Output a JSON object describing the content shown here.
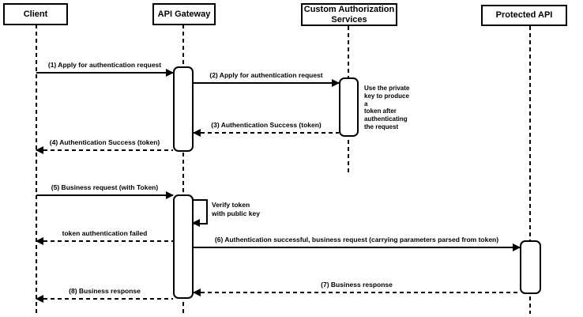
{
  "diagram": {
    "type": "uml-sequence-diagram",
    "colors": {
      "stroke": "#000000",
      "fill": "#ffffff",
      "text": "#000000",
      "background": "#ffffff"
    },
    "participants": [
      {
        "id": "client",
        "label": "Client"
      },
      {
        "id": "api-gateway",
        "label": "API Gateway"
      },
      {
        "id": "custom-authorization-services",
        "label": "Custom Authorization\nServices"
      },
      {
        "id": "protected-api",
        "label": "Protected API"
      }
    ],
    "messages": [
      {
        "label": "(1) Apply for authentication request",
        "from": "Client",
        "to": "API Gateway",
        "line": "solid",
        "direction": "right"
      },
      {
        "label": "(2) Apply for authentication request",
        "from": "API Gateway",
        "to": "Custom Authorization Services",
        "line": "solid",
        "direction": "right"
      },
      {
        "label": "(3) Authentication Success (token)",
        "from": "Custom Authorization Services",
        "to": "API Gateway",
        "line": "dashed",
        "direction": "left"
      },
      {
        "label": "(4) Authentication Success (token)",
        "from": "API Gateway",
        "to": "Client",
        "line": "dashed",
        "direction": "left"
      },
      {
        "label": "(5) Business request (with Token)",
        "from": "Client",
        "to": "API Gateway",
        "line": "solid",
        "direction": "right"
      },
      {
        "label": "token authentication failed",
        "from": "API Gateway",
        "to": "Client",
        "line": "dashed",
        "direction": "left"
      },
      {
        "label": "(6) Authentication successful, business request (carrying parameters parsed from token)",
        "from": "API Gateway",
        "to": "Protected API",
        "line": "solid",
        "direction": "right"
      },
      {
        "label": "(7) Business response",
        "from": "Protected API",
        "to": "API Gateway",
        "line": "dashed",
        "direction": "left"
      },
      {
        "label": "(8) Business response",
        "from": "API Gateway",
        "to": "Client",
        "line": "dashed",
        "direction": "left"
      }
    ],
    "self_message": {
      "label": "Verify token\nwith public key",
      "on": "API Gateway"
    },
    "note": {
      "label": "Use the private\nkey to produce a\ntoken after\nauthenticating\nthe request",
      "attached_to": "Custom Authorization Services"
    }
  }
}
